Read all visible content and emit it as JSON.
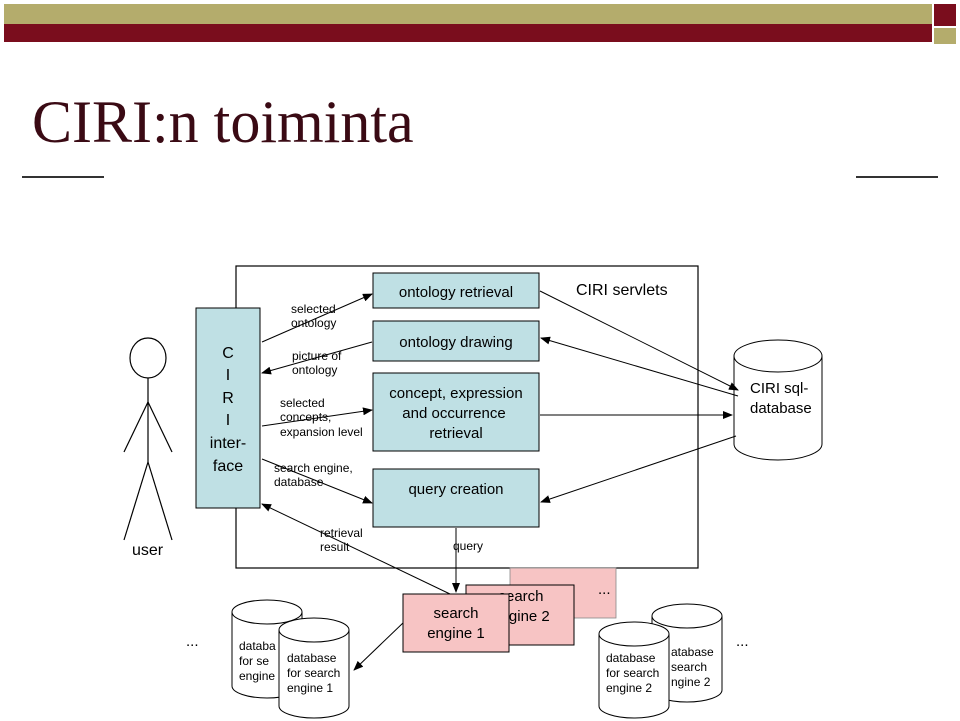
{
  "slide": {
    "title": "CIRI:n toiminta"
  },
  "diagram": {
    "servlets_label": "CIRI servlets",
    "boxes": {
      "ontology_retrieval": "ontology retrieval",
      "ontology_drawing": "ontology drawing",
      "concept_retrieval": [
        "concept, expression",
        "and occurrence",
        "retrieval"
      ],
      "query_creation": "query creation",
      "search_engine_1": [
        "search",
        "engine 1"
      ],
      "search_engine_2": [
        "search",
        "engine 2"
      ]
    },
    "interface": [
      "C",
      "I",
      "R",
      "I",
      "inter-",
      "face"
    ],
    "database": [
      "CIRI sql-",
      "database"
    ],
    "user_label": "user",
    "edge_labels": {
      "selected_ontology": [
        "selected",
        "ontology"
      ],
      "picture_of_ontology": [
        "picture of",
        "ontology"
      ],
      "selected_concepts": [
        "selected",
        "concepts,",
        "expansion level"
      ],
      "search_engine_database": [
        "search engine,",
        "database"
      ],
      "retrieval_result": [
        "retrieval",
        "result"
      ],
      "query": "query"
    },
    "search_dbs": {
      "db_left_back": [
        "databa",
        "for se",
        "engine"
      ],
      "db_left_front": [
        "database",
        "for search",
        "engine 1"
      ],
      "db_right_back": [
        "atabase",
        "search",
        "ngine 2"
      ],
      "db_right_front": [
        "database",
        "for search",
        "engine 2"
      ]
    },
    "ellipses": [
      "...",
      "...",
      "..."
    ],
    "colors": {
      "box_fill": "#bfe0e4",
      "search_fill": "#f7c4c4",
      "title_color": "#3a0a14"
    }
  }
}
